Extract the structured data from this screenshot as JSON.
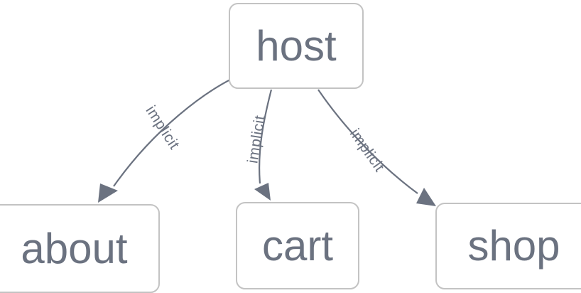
{
  "diagram": {
    "type": "directed-graph",
    "background_color": "#ffffff",
    "node_border_color": "#c3c3c3",
    "node_fill_color": "#ffffff",
    "text_color": "#6b7280",
    "edge_color": "#6b7280",
    "nodes": [
      {
        "id": "host",
        "label": "host"
      },
      {
        "id": "about",
        "label": "about"
      },
      {
        "id": "cart",
        "label": "cart"
      },
      {
        "id": "shop",
        "label": "shop"
      }
    ],
    "edges": [
      {
        "from": "host",
        "to": "about",
        "label": "implicit"
      },
      {
        "from": "host",
        "to": "cart",
        "label": "implicit"
      },
      {
        "from": "host",
        "to": "shop",
        "label": "implicit"
      }
    ]
  }
}
